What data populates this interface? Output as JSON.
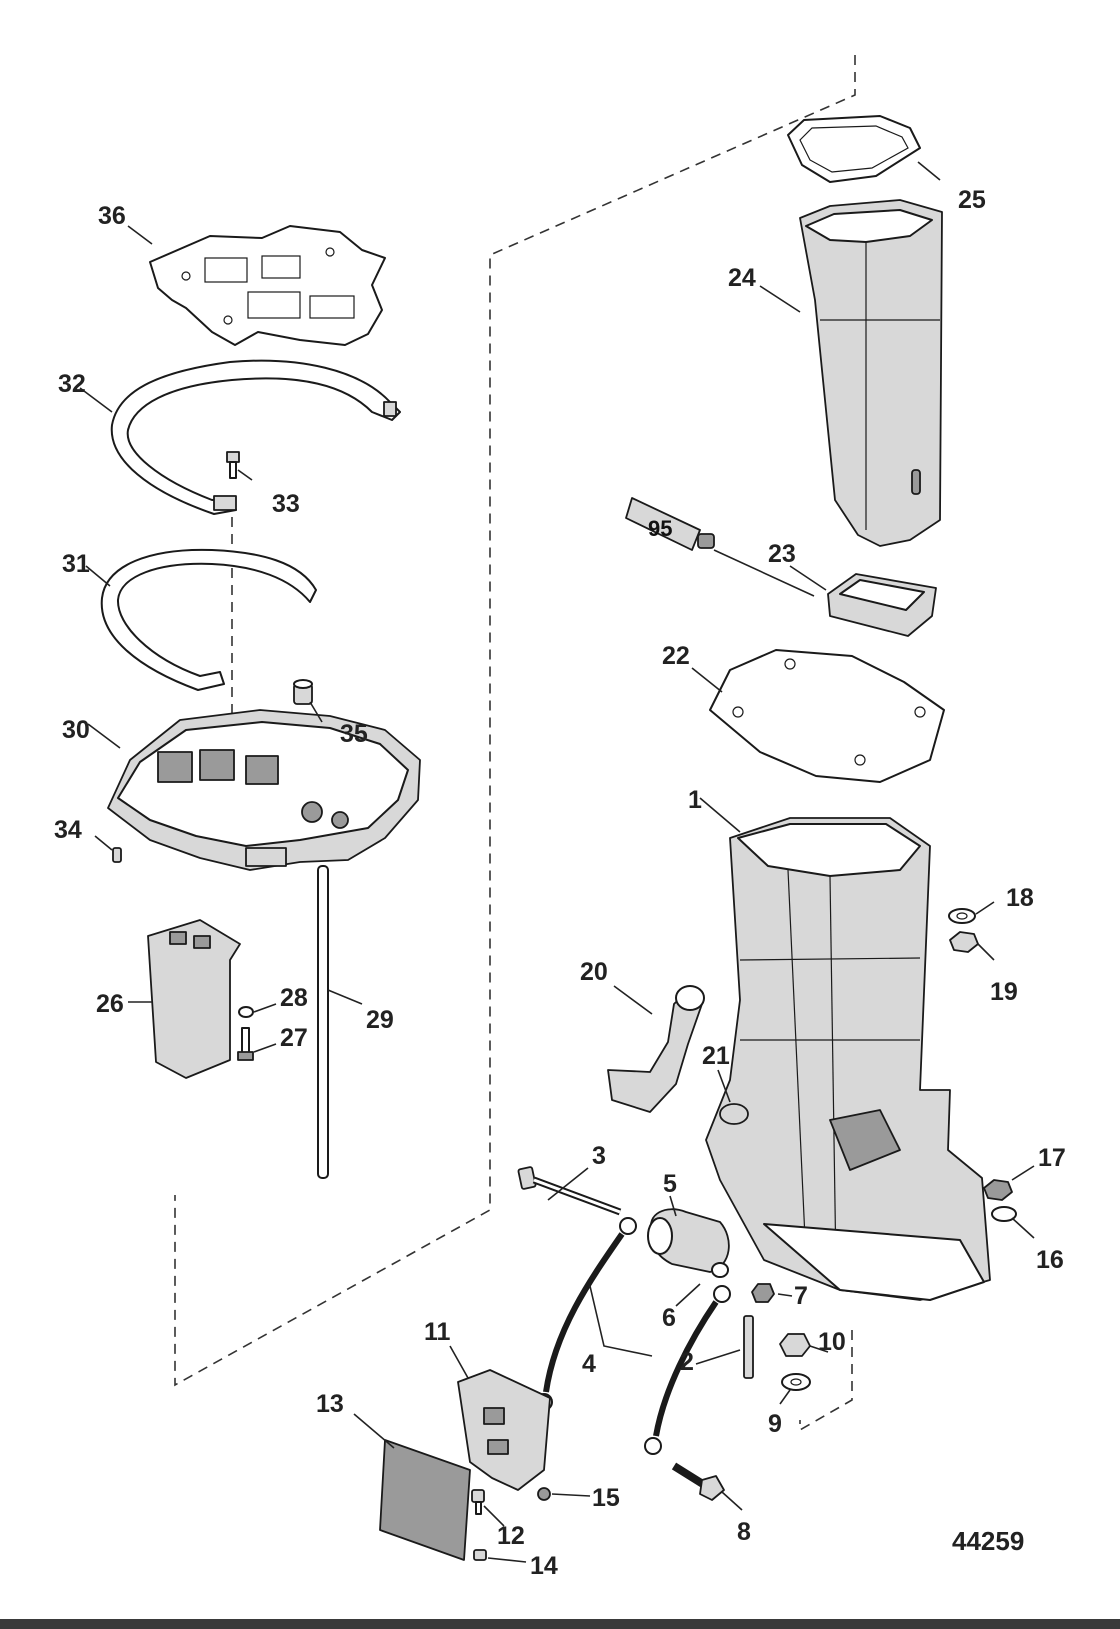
{
  "figure": {
    "figure_number": "44259",
    "sealant_tube_label": "95"
  },
  "callouts": [
    "1",
    "2",
    "3",
    "4",
    "5",
    "6",
    "7",
    "8",
    "9",
    "10",
    "11",
    "12",
    "13",
    "14",
    "15",
    "16",
    "17",
    "18",
    "19",
    "20",
    "21",
    "22",
    "23",
    "24",
    "25",
    "26",
    "27",
    "28",
    "29",
    "30",
    "31",
    "32",
    "33",
    "34",
    "35",
    "36"
  ]
}
